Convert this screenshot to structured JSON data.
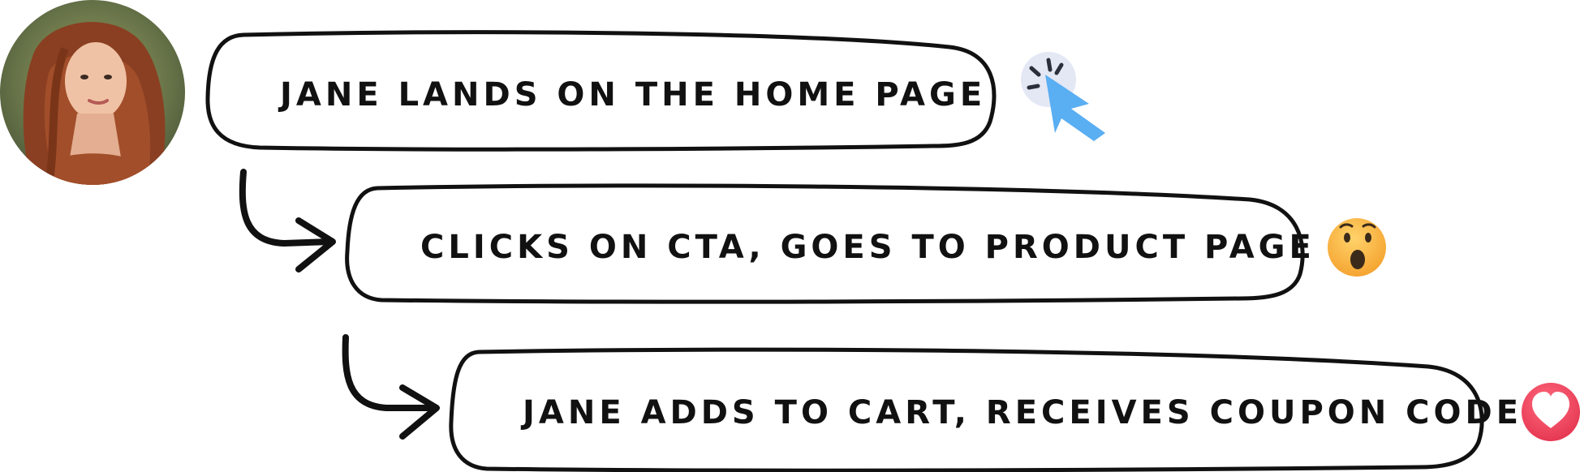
{
  "steps": [
    {
      "text": "JANE LANDS ON THE HOME PAGE",
      "icon": "cursor-click-icon"
    },
    {
      "text": "CLICKS ON CTA, GOES TO PRODUCT PAGE",
      "icon": "surprised-emoji-icon"
    },
    {
      "text": "JANE ADDS TO CART, RECEIVES COUPON CODE",
      "icon": "heart-icon"
    }
  ],
  "avatar": {
    "icon": "person-photo-avatar"
  },
  "colors": {
    "stroke": "#111111",
    "cursor": "#5aaef2",
    "click_ring": "#e4e8f5",
    "emoji_face": "#f7b13a",
    "heart_bg": "#ef3f5b"
  }
}
